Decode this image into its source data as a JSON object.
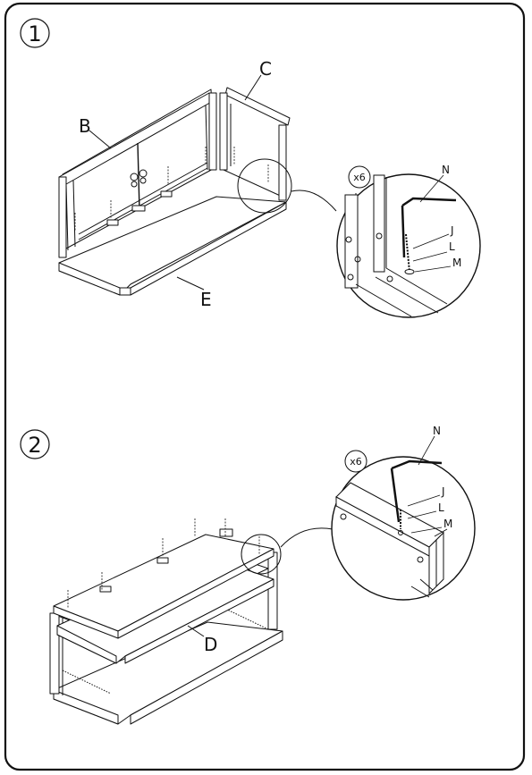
{
  "steps": [
    {
      "number": "1",
      "labels": {
        "b": "B",
        "c": "C",
        "e": "E"
      },
      "detail": {
        "qty": "x6",
        "n": "N",
        "j": "J",
        "l": "L",
        "m": "M"
      }
    },
    {
      "number": "2",
      "labels": {
        "d": "D"
      },
      "detail": {
        "qty": "x6",
        "n": "N",
        "j": "J",
        "l": "L",
        "m": "M"
      }
    }
  ]
}
